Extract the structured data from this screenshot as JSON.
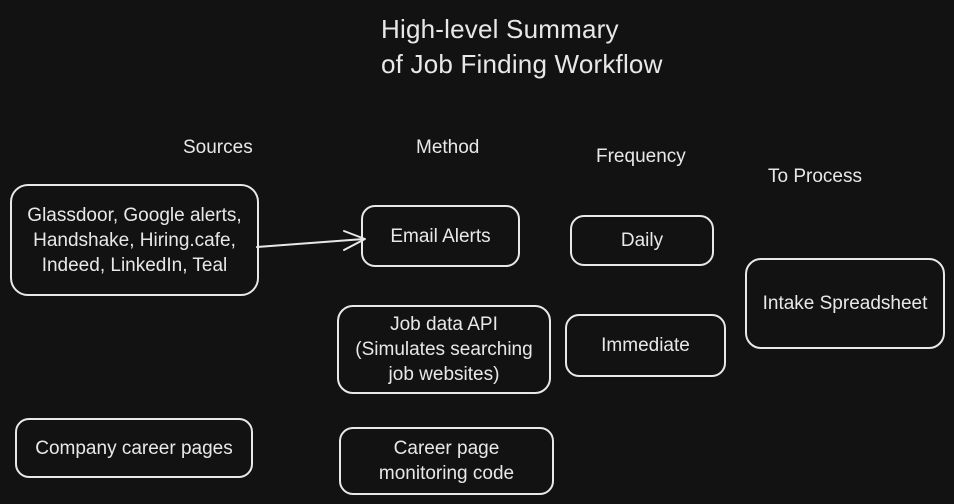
{
  "title": {
    "line1": "High-level Summary",
    "line2": "of Job Finding Workflow"
  },
  "columns": {
    "sources": "Sources",
    "method": "Method",
    "frequency": "Frequency",
    "to_process": "To Process"
  },
  "sources": {
    "job_boards": {
      "line1": "Glassdoor, Google alerts,",
      "line2": "Handshake, Hiring.cafe,",
      "line3": "Indeed, LinkedIn, Teal"
    },
    "career_pages": "Company career pages"
  },
  "methods": {
    "email_alerts": "Email Alerts",
    "job_data_api": {
      "line1": "Job data API",
      "line2": "(Simulates searching",
      "line3": "job websites)"
    },
    "career_page_monitor": {
      "line1": "Career page",
      "line2": "monitoring code"
    }
  },
  "frequency": {
    "daily": "Daily",
    "immediate": "Immediate"
  },
  "to_process": {
    "intake": "Intake Spreadsheet"
  },
  "colors": {
    "background": "#121212",
    "stroke": "#e8e8e8"
  }
}
